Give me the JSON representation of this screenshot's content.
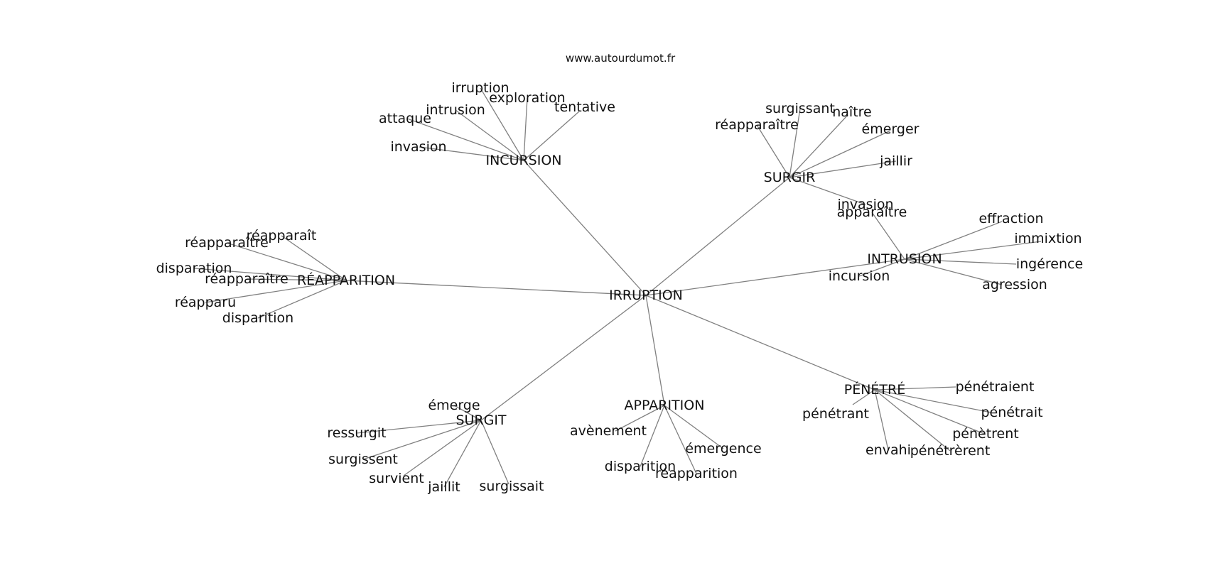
{
  "watermark": "www.autourdumot.fr",
  "colors": {
    "edge": "#808080",
    "text": "#111111",
    "background": "#ffffff"
  },
  "graph": {
    "center": "IRRUPTION",
    "clusters": [
      {
        "hub": "INCURSION",
        "leaves": [
          "irruption",
          "exploration",
          "tentative",
          "intrusion",
          "attaque",
          "invasion"
        ]
      },
      {
        "hub": "SURGIR",
        "leaves": [
          "surgissant",
          "naître",
          "réapparaître",
          "émerger",
          "jaillir",
          "invasion"
        ]
      },
      {
        "hub": "INTRUSION",
        "leaves": [
          "apparaître",
          "effraction",
          "immixtion",
          "ingérence",
          "incursion",
          "agression"
        ]
      },
      {
        "hub": "RÉAPPARITION",
        "leaves": [
          "réapparaît",
          "réapparaître",
          "disparation",
          "réapparaître",
          "réapparu",
          "disparition"
        ]
      },
      {
        "hub": "SURGIT",
        "leaves": [
          "émerge",
          "ressurgit",
          "surgissent",
          "survient",
          "jaillit",
          "surgissait"
        ]
      },
      {
        "hub": "APPARITION",
        "leaves": [
          "avènement",
          "émergence",
          "disparition",
          "réapparition"
        ]
      },
      {
        "hub": "PÉNÉTRÉ",
        "leaves": [
          "pénétraient",
          "pénétrait",
          "pénétrant",
          "pénètrent",
          "envahi",
          "pénétrèrent"
        ]
      }
    ]
  }
}
